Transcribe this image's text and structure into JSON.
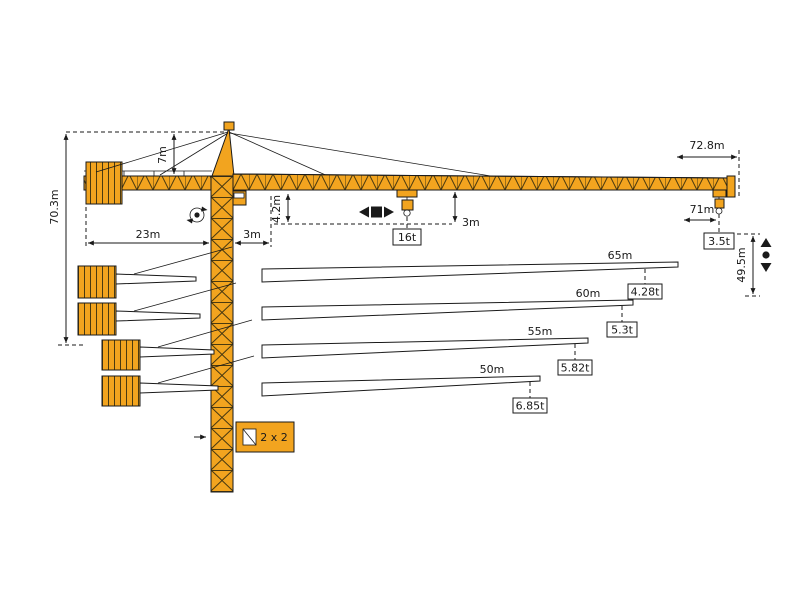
{
  "colors": {
    "crane": "#F2A41F",
    "ink": "#1a1a1a",
    "lattice": "#4a3a10"
  },
  "dimensions": {
    "total_height": "70.3m",
    "tower_head_height": "7m",
    "counter_jib_radius": "23m",
    "min_radius": "3m",
    "hook_block_height": "4.2m",
    "trolley_hook_clearance": "3m",
    "max_reach": "72.8m",
    "tip_hook_radius": "71m",
    "hook_height": "49.5m"
  },
  "loads": {
    "max_load": "16t",
    "tip_load": "3.5t"
  },
  "mast_section": {
    "label": "2 x 2"
  },
  "jib_options": [
    {
      "length": "65m",
      "tip_load": "4.28t"
    },
    {
      "length": "60m",
      "tip_load": "5.3t"
    },
    {
      "length": "55m",
      "tip_load": "5.82t"
    },
    {
      "length": "50m",
      "tip_load": "6.85t"
    }
  ]
}
